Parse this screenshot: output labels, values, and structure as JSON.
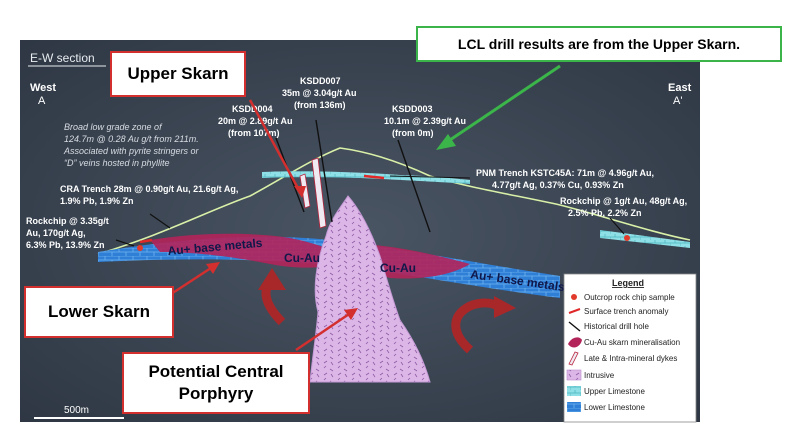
{
  "section": {
    "title": "E-W section",
    "west": {
      "name": "West",
      "letter": "A"
    },
    "east": {
      "name": "East",
      "letter": "A'"
    },
    "scale_label": "500m"
  },
  "callouts": {
    "upper_skarn": "Upper Skarn",
    "lower_skarn": "Lower Skarn",
    "porphyry_line1": "Potential Central",
    "porphyry_line2": "Porphyry",
    "lcl": "LCL drill results are from the Upper Skarn."
  },
  "annotations": {
    "ksdd007": [
      "KSDD007",
      "35m @ 3.04g/t Au",
      "(from 136m)"
    ],
    "ksdd004": [
      "KSDD004",
      "20m @ 2.89g/t Au",
      "(from 107m)"
    ],
    "ksdd003": [
      "KSDD003",
      "10.1m @ 2.39g/t Au",
      "(from 0m)"
    ],
    "broad_zone": [
      "Broad low grade zone of",
      "124.7m @ 0.28 Au g/t from 211m.",
      "Associated with pyrite stringers or",
      "“D” veins hosted in phyllite"
    ],
    "pnm_trench": [
      "PNM Trench KSTC45A: 71m @ 4.96g/t Au,",
      "4.77g/t Ag, 0.37% Cu, 0.93% Zn"
    ],
    "cra_trench": [
      "CRA Trench 28m @ 0.90g/t Au, 21.6g/t Ag,",
      "1.9% Pb, 1.9% Zn"
    ],
    "rockchip_west": [
      "Rockchip @ 3.35g/t",
      "Au, 170g/t Ag,",
      "6.3% Pb, 13.9% Zn"
    ],
    "rockchip_east": [
      "Rockchip @ 1g/t Au, 48g/t Ag,",
      "2.5% Pb, 2.2% Zn"
    ]
  },
  "units": {
    "au_base_left": "Au+ base metals",
    "cu_au_left": "Cu-Au",
    "cu_au_right": "Cu-Au",
    "au_base_right": "Au+ base metals"
  },
  "legend": {
    "title": "Legend",
    "items": [
      {
        "label": "Outcrop rock chip sample",
        "icon": "red-dot-icon"
      },
      {
        "label": "Surface trench anomaly",
        "icon": "red-dash-icon"
      },
      {
        "label": "Historical drill hole",
        "icon": "drill-line-icon"
      },
      {
        "label": "Cu-Au skarn mineralisation",
        "icon": "skarn-swatch-icon"
      },
      {
        "label": "Late & Intra-mineral dykes",
        "icon": "dyke-swatch-icon"
      },
      {
        "label": "Intrusive",
        "icon": "intrusive-swatch-icon"
      },
      {
        "label": "Upper Limestone",
        "icon": "upper-limestone-swatch-icon"
      },
      {
        "label": "Lower Limestone",
        "icon": "lower-limestone-swatch-icon"
      }
    ]
  },
  "colors": {
    "background": "#3a4452",
    "upper_limestone": "#8fe0e6",
    "lower_limestone": "#2f7fd6",
    "skarn": "#b2245a",
    "intrusive": "#dcb6e6",
    "callout_red": "#d32f2f",
    "callout_green": "#3bb54a",
    "arrow": "#a8282a"
  }
}
